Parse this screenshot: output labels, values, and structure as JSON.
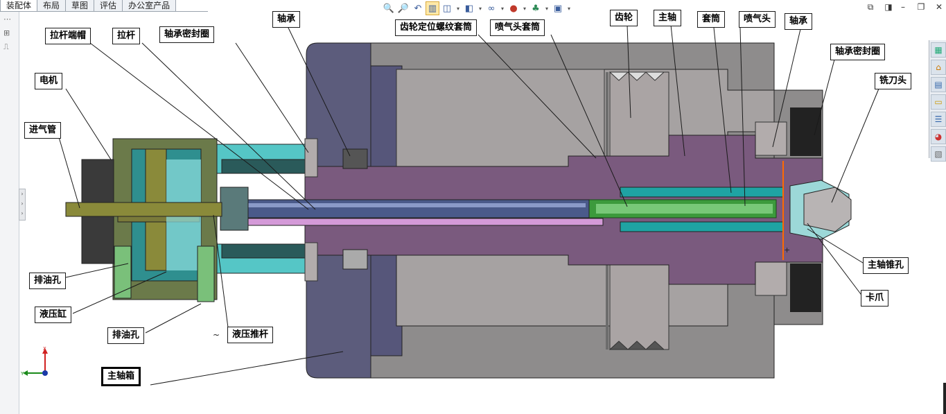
{
  "tabs": [
    {
      "label": "装配体",
      "active": true
    },
    {
      "label": "布局",
      "active": false
    },
    {
      "label": "草图",
      "active": false
    },
    {
      "label": "评估",
      "active": false
    },
    {
      "label": "办公室产品",
      "active": false
    }
  ],
  "view_toolbar": {
    "icons": [
      "zoom-to-fit-icon",
      "zoom-to-area-icon",
      "previous-view-icon",
      "section-view-icon",
      "view-orientation-icon",
      "display-style-icon",
      "hide-show-items-icon",
      "edit-appearance-icon",
      "apply-scene-icon",
      "view-settings-icon"
    ]
  },
  "window_controls": [
    "restore-icon",
    "tile-icon",
    "minimize-icon",
    "maximize-icon",
    "close-icon"
  ],
  "task_pane": [
    "solidworks-resources-icon",
    "home-icon",
    "design-library-icon",
    "file-explorer-icon",
    "view-palette-icon",
    "appearances-icon",
    "custom-properties-icon"
  ],
  "triad": {
    "x_label": "X",
    "y_label": "Y"
  },
  "colors": {
    "housing_dark": "#5a5a7a",
    "housing_gray": "#8c8a8a",
    "spindle_purple": "#7a5a7e",
    "sleeve_cyan": "#1fa3a3",
    "motor_olive": "#6b7a4a",
    "drawbar_blue": "#4a5a8a"
  },
  "callouts": {
    "zhoucheng_1": "轴承",
    "lagan_duanmao": "拉杆端帽",
    "lagan": "拉杆",
    "zhoucheng_mifengquan_1": "轴承密封圈",
    "dianji": "电机",
    "jinqiguan": "进气管",
    "chilun_dingwei": "齿轮定位螺纹套筒",
    "penqitou_taotong": "喷气头套筒",
    "chilun": "齿轮",
    "zhuzhou": "主轴",
    "taotong": "套筒",
    "penqitou": "喷气头",
    "zhoucheng_2": "轴承",
    "zhoucheng_mifengquan_2": "轴承密封圈",
    "xidaotou": "铣刀头",
    "paiyoukong_1": "排油孔",
    "yeyagang": "液压缸",
    "paiyoukong_2": "排油孔",
    "yeya_tuigan": "液压推杆",
    "tilde": "~",
    "zhuzhouxiang": "主轴箱",
    "zhuzhou_zhuikong": "主轴锥孔",
    "kazhua": "卡爪"
  }
}
